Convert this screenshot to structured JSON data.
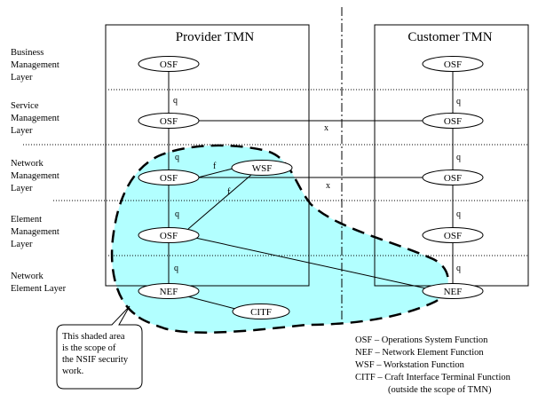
{
  "titles": {
    "provider": "Provider TMN",
    "customer": "Customer TMN"
  },
  "layers": [
    [
      "Business",
      "Management",
      "Layer"
    ],
    [
      "Service",
      "Management",
      "Layer"
    ],
    [
      "Network",
      "Management",
      "Layer"
    ],
    [
      "Element",
      "Management",
      "Layer"
    ],
    [
      "Network",
      "Element Layer"
    ]
  ],
  "nodes": {
    "p_osf_business": "OSF",
    "p_osf_service": "OSF",
    "p_osf_network": "OSF",
    "p_osf_element": "OSF",
    "p_nef": "NEF",
    "wsf": "WSF",
    "citf": "CITF",
    "c_osf_business": "OSF",
    "c_osf_service": "OSF",
    "c_osf_network": "OSF",
    "c_osf_element": "OSF",
    "c_nef": "NEF"
  },
  "interfaces": {
    "q": "q",
    "f": "f",
    "x": "x"
  },
  "callout": [
    "This shaded area",
    "is the scope of",
    "the NSIF security",
    "work."
  ],
  "legend": [
    "OSF – Operations System Function",
    "NEF – Network Element Function",
    "WSF – Workstation Function",
    "CITF – Craft Interface Terminal Function",
    "(outside the scope of TMN)"
  ],
  "colors": {
    "scope_fill": "#b2ffff",
    "stroke": "#000000"
  }
}
